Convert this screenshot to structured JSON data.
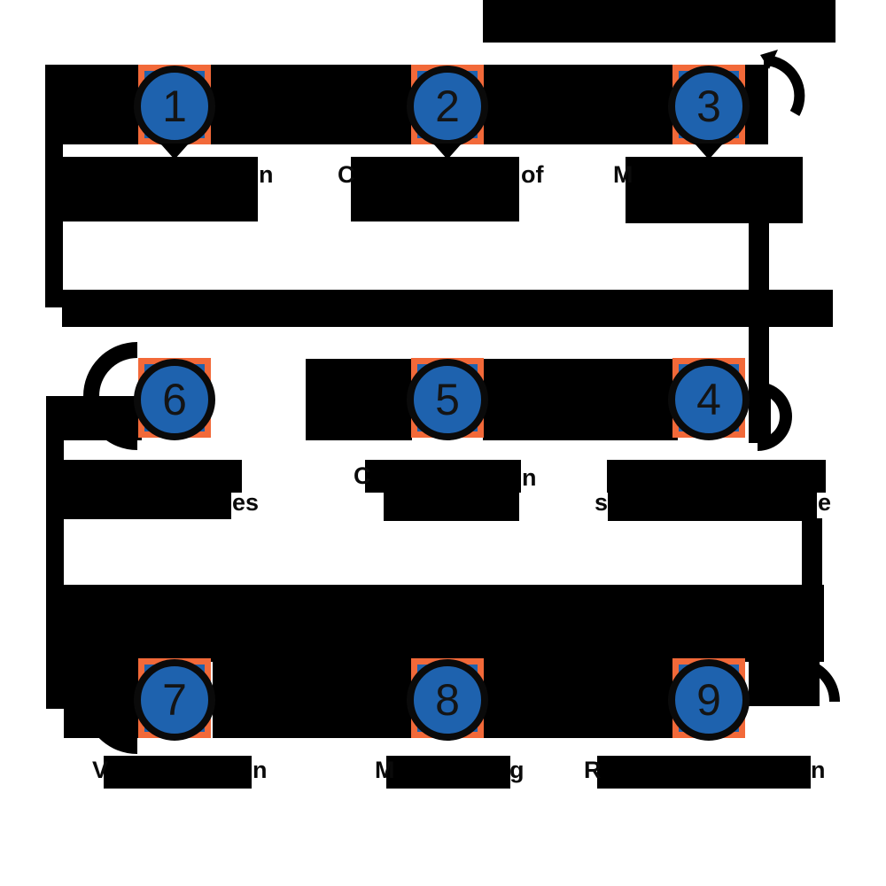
{
  "diagram": {
    "kind": "nine-step-process-diagram",
    "background_color": "#ffffff",
    "circle_fill_color": "#1e62ae",
    "frame_color": "#f26939",
    "ink_color": "#000000",
    "steps": [
      {
        "number": "1"
      },
      {
        "number": "2"
      },
      {
        "number": "3"
      },
      {
        "number": "4"
      },
      {
        "number": "5"
      },
      {
        "number": "6"
      },
      {
        "number": "7"
      },
      {
        "number": "8"
      },
      {
        "number": "9"
      }
    ],
    "fragments": [
      {
        "text": "n"
      },
      {
        "text": "C"
      },
      {
        "text": "of"
      },
      {
        "text": "M"
      },
      {
        "text": "es"
      },
      {
        "text": "C"
      },
      {
        "text": "n"
      },
      {
        "text": "s"
      },
      {
        "text": "e"
      },
      {
        "text": "V"
      },
      {
        "text": "n"
      },
      {
        "text": "M"
      },
      {
        "text": "g"
      },
      {
        "text": "R"
      },
      {
        "text": "n"
      }
    ]
  }
}
